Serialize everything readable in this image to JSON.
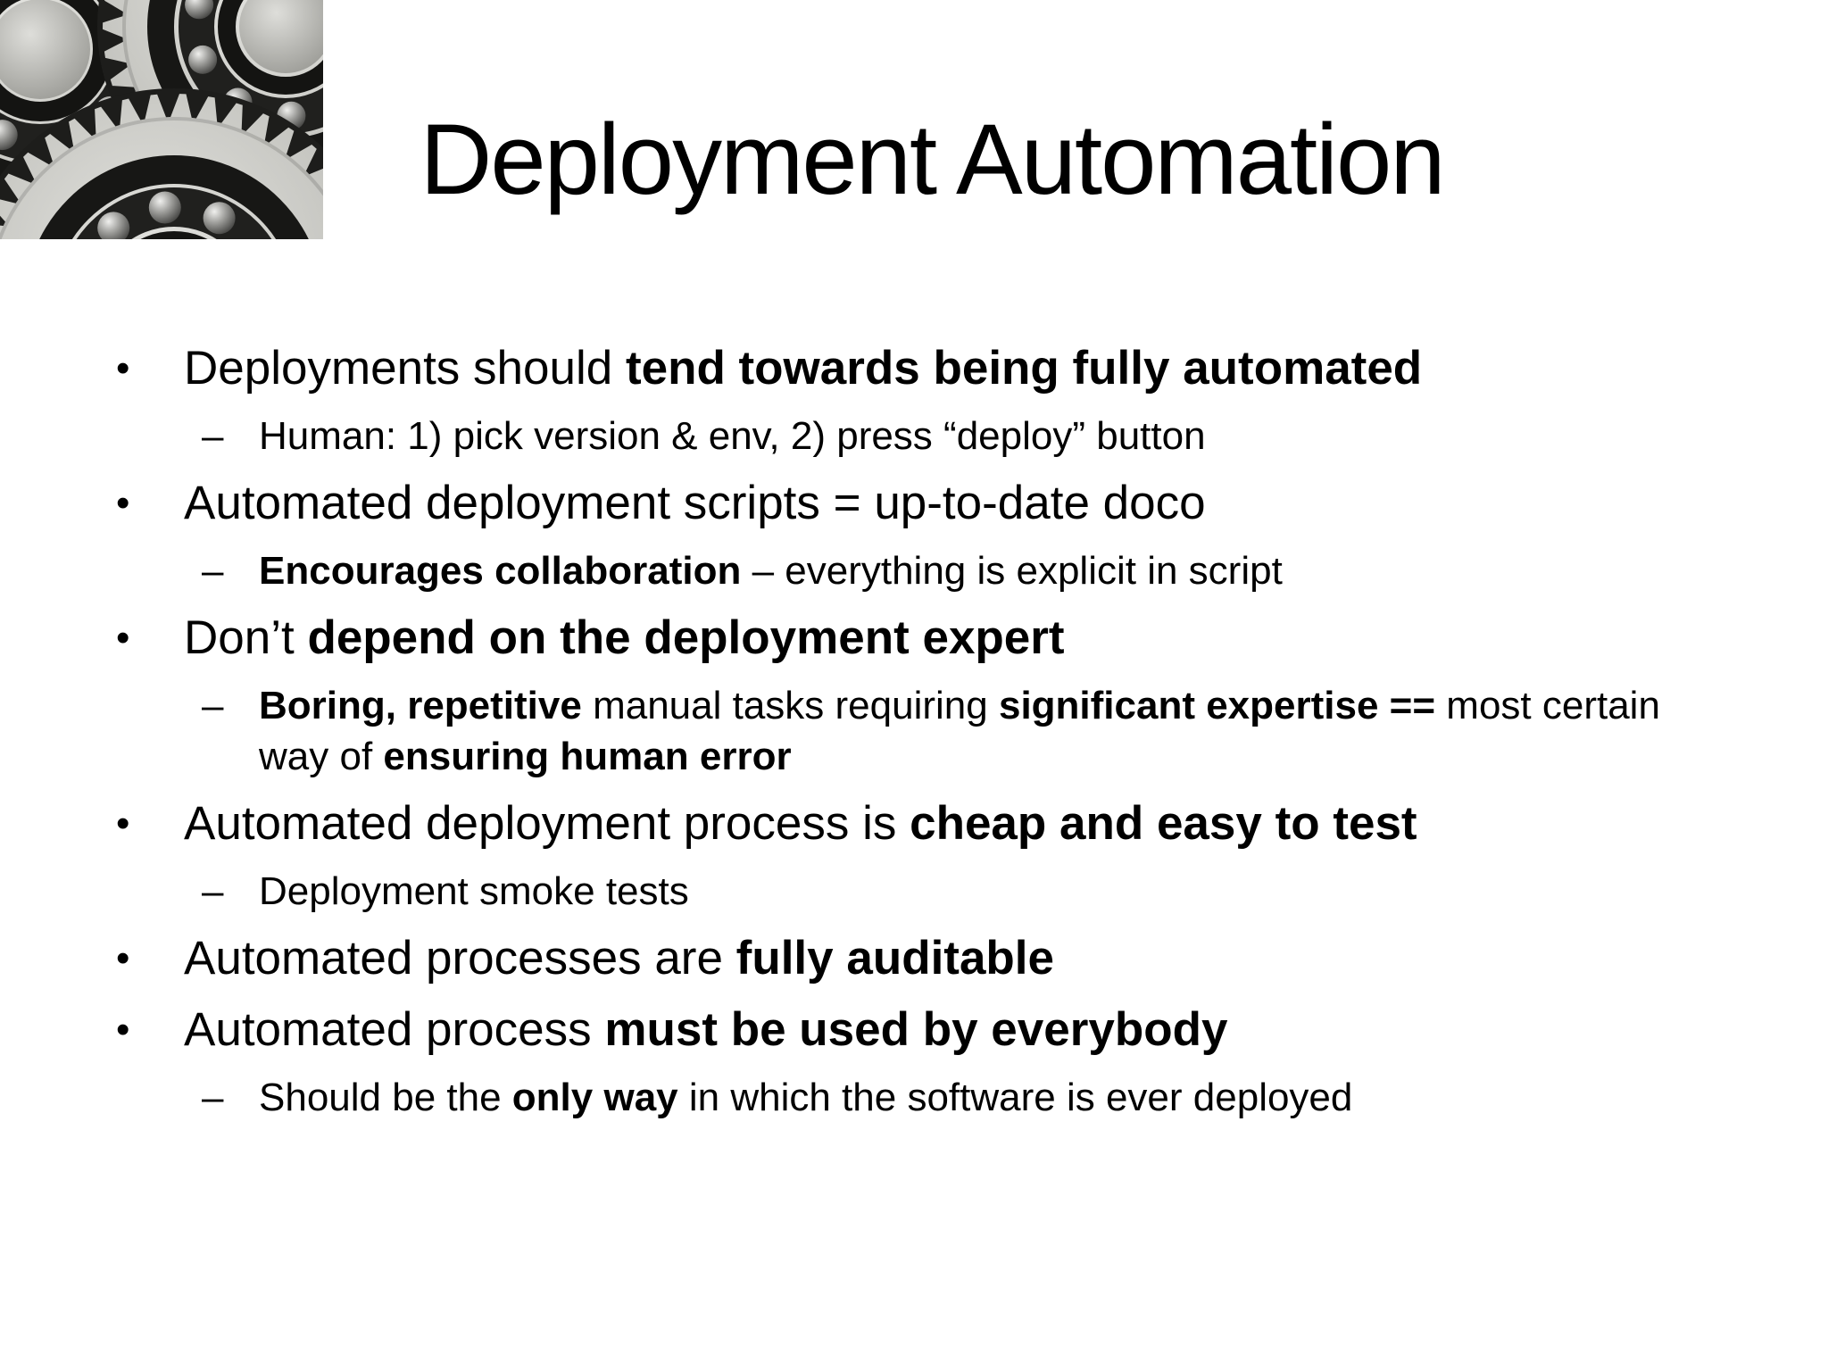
{
  "title": "Deployment Automation",
  "image": {
    "name": "gears-and-bearings-photo",
    "alt": "Three meshing steel gears with ball bearings"
  },
  "markers": {
    "level1": "•",
    "level2": "–"
  },
  "colors": {
    "background": "#ffffff",
    "text": "#000000",
    "gear_dark": "#1d1d1b",
    "gear_light": "#c9c9c4"
  },
  "bullets": [
    {
      "level": 1,
      "segments": [
        {
          "text": "Deployments should ",
          "bold": false
        },
        {
          "text": "tend towards being fully automated",
          "bold": true
        }
      ]
    },
    {
      "level": 2,
      "segments": [
        {
          "text": "Human: 1) pick version & env, 2) press “deploy” button",
          "bold": false
        }
      ]
    },
    {
      "level": 1,
      "segments": [
        {
          "text": "Automated deployment scripts = up-to-date doco",
          "bold": false
        }
      ]
    },
    {
      "level": 2,
      "segments": [
        {
          "text": "Encourages collaboration",
          "bold": true
        },
        {
          "text": " – everything is explicit in script",
          "bold": false
        }
      ]
    },
    {
      "level": 1,
      "segments": [
        {
          "text": "Don’t ",
          "bold": false
        },
        {
          "text": "depend on the deployment expert",
          "bold": true
        }
      ]
    },
    {
      "level": 2,
      "segments": [
        {
          "text": "Boring, repetitive",
          "bold": true
        },
        {
          "text": " manual tasks requiring ",
          "bold": false
        },
        {
          "text": "significant expertise ==",
          "bold": true
        },
        {
          "text": " most certain way of ",
          "bold": false
        },
        {
          "text": "ensuring human error",
          "bold": true
        }
      ]
    },
    {
      "level": 1,
      "segments": [
        {
          "text": "Automated deployment process is ",
          "bold": false
        },
        {
          "text": "cheap and easy to test",
          "bold": true
        }
      ]
    },
    {
      "level": 2,
      "segments": [
        {
          "text": "Deployment smoke tests",
          "bold": false
        }
      ]
    },
    {
      "level": 1,
      "segments": [
        {
          "text": "Automated processes are ",
          "bold": false
        },
        {
          "text": "fully auditable",
          "bold": true
        }
      ]
    },
    {
      "level": 1,
      "segments": [
        {
          "text": "Automated process ",
          "bold": false
        },
        {
          "text": "must be used by everybody",
          "bold": true
        }
      ]
    },
    {
      "level": 2,
      "segments": [
        {
          "text": "Should be the ",
          "bold": false
        },
        {
          "text": "only way",
          "bold": true
        },
        {
          "text": " in which the software is ever deployed",
          "bold": false
        }
      ]
    }
  ]
}
